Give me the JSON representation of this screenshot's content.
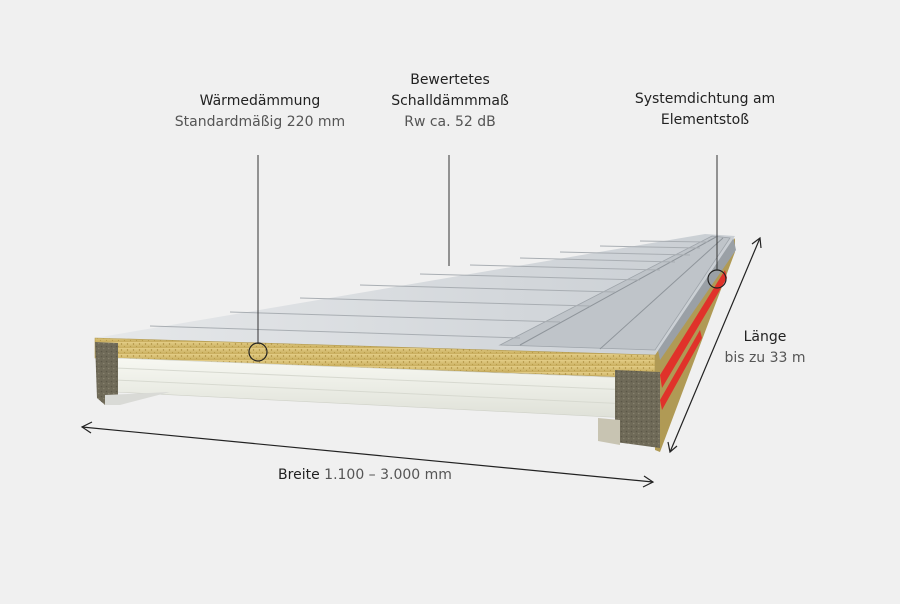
{
  "callouts": {
    "waermedaemmung": {
      "title": "Wärmedämmung",
      "value": "Standardmäßig 220 mm"
    },
    "schalldaemmmass": {
      "title_line1": "Bewertetes",
      "title_line2": "Schalldämmmaß",
      "value": "Rw ca. 52 dB"
    },
    "systemdichtung": {
      "title_line1": "Systemdichtung am",
      "title_line2": "Elementstoß"
    }
  },
  "dimensions": {
    "laenge": {
      "title": "Länge",
      "value": "bis zu 33 m"
    },
    "breite": {
      "title": "Breite",
      "value": "1.100 – 3.000 mm"
    }
  },
  "colors": {
    "background": "#f0f0f0",
    "insulation": "#d9c27a",
    "steel_top": "#d7dbdf",
    "concrete": "#6f6a58",
    "seal": "#e0322a",
    "underside": "#eceee6"
  }
}
